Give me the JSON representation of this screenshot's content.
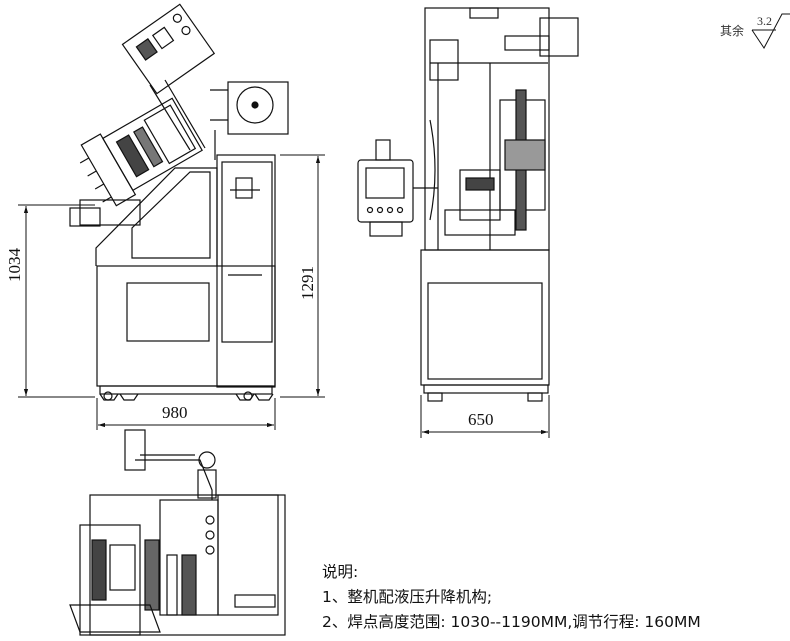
{
  "roughness": {
    "prefix": "其余",
    "value": "3.2"
  },
  "side_view": {
    "width_dim": "980",
    "height_dim_low": "1034",
    "height_dim_high": "1291"
  },
  "front_view": {
    "width_dim": "650"
  },
  "notes": {
    "heading": "说明:",
    "items": [
      "1、整机配液压升降机构;",
      "2、焊点高度范围: 1030--1190MM,调节行程: 160MM"
    ]
  }
}
